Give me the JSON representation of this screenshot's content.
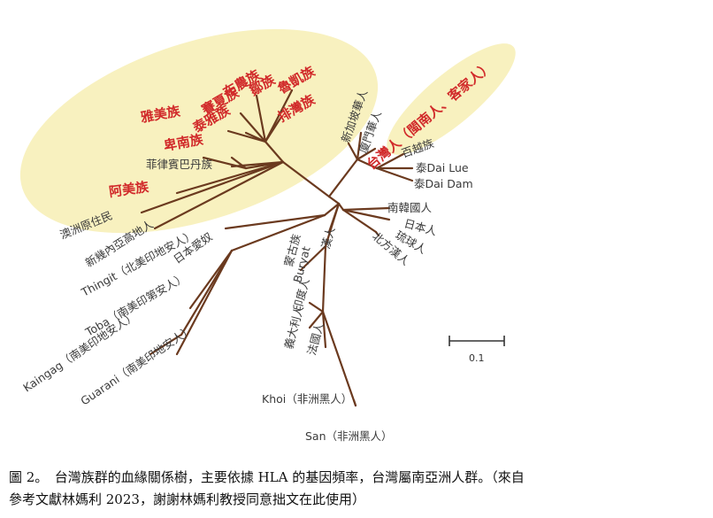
{
  "tree": {
    "labels": {
      "ptn_ami": "阿美族",
      "ptn_puyuma": "卑南族",
      "ptn_yami": "雅美族",
      "ptn_tsou": "泰雅族",
      "ptn_saisiyat": "賽夏族",
      "ptn_bunun": "布農族",
      "ptn_rukai": "魯凱族",
      "ptn_tsou2": "鄒族",
      "ptn_paiwan": "排灣族",
      "philippines": "菲律賓巴丹族",
      "aus_aboriginal": "澳洲原住民",
      "png_highland": "新幾內亞高地人",
      "tlingit": "Thingit（北美印地安人）",
      "ainu": "日本愛奴",
      "toba": "Toba（南美印第安人）",
      "kaingag": "Kaingag（南美印地安人）",
      "guarani": "Guarani（南美印地安人）",
      "mongol": "蒙古族",
      "buryat": "Buryat",
      "indian": "印度人",
      "italian": "義大利人",
      "french": "法國人",
      "khoi": "Khoi（非洲黑人）",
      "san": "San（非洲黑人）",
      "han": "漢人",
      "north_han": "北方漢人",
      "ryukyu": "琉球人",
      "japanese": "日本人",
      "korean": "南韓國人",
      "dai_lue": "泰Dai Lue",
      "dai_dam": "泰Dai Dam",
      "baiyue": "百越族",
      "taiwanese": "台灣人（閩南人、客家人）",
      "xiamen": "廈門華人",
      "singapore": "新加坡華人"
    },
    "scale_label": "0.1"
  },
  "caption": {
    "line1": "圖 2。　台灣族群的血緣關係樹，主要依據 HLA 的基因頻率，台灣屬南亞洲人群。（來自",
    "line2": "參考文獻林媽利 2023，謝謝林媽利教授同意拙文在此使用）"
  }
}
